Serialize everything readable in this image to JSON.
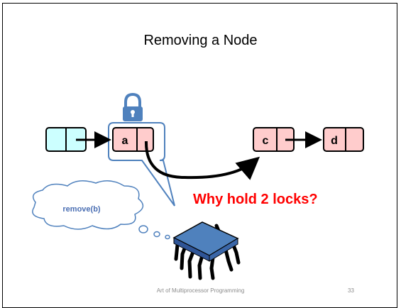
{
  "slide": {
    "title": "Removing a Node",
    "question": "Why hold 2 locks?",
    "footer": "Art of Multiprocessor Programming",
    "page_number": "33"
  },
  "nodes": [
    {
      "label": "",
      "color": "#ccffff"
    },
    {
      "label": "a",
      "color": "#ffcccc",
      "locked": true
    },
    {
      "label": "c",
      "color": "#ffcccc"
    },
    {
      "label": "d",
      "color": "#ffcccc"
    }
  ],
  "thought_bubble": {
    "text": "remove(b)"
  },
  "icons": {
    "lock": "lock-icon",
    "processor": "cpu-chip-icon"
  },
  "colors": {
    "lock_blue": "#4f81bd",
    "node_pink": "#ffcccc",
    "sentinel_cyan": "#ccffff",
    "question_red": "#ff0000"
  }
}
